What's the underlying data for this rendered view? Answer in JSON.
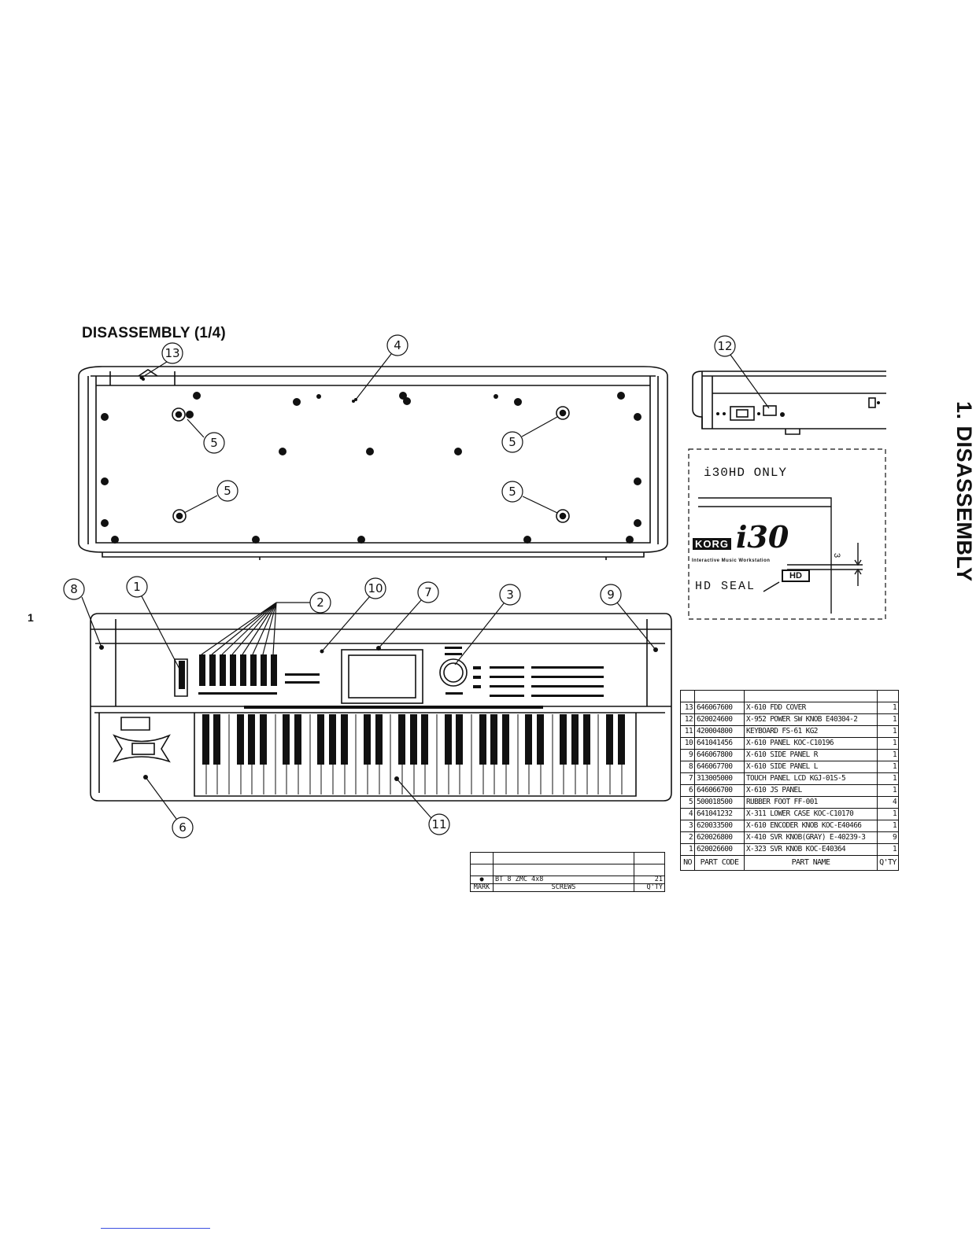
{
  "page_title": "DISASSEMBLY (1/4)",
  "side_title": "1. DISASSEMBLY",
  "callouts": {
    "c1": "1",
    "c2": "2",
    "c3": "3",
    "c4": "4",
    "c5": "5",
    "c6": "6",
    "c7": "7",
    "c8": "8",
    "c9": "9",
    "c10": "10",
    "c11": "11",
    "c12": "12",
    "c13": "13"
  },
  "hd_box": {
    "heading": "i30HD ONLY",
    "brand": "KORG",
    "model": "i30",
    "subtitle": "Interactive Music Workstation",
    "seal_label": "HD",
    "seal_caption": "HD SEAL",
    "dimension": "3"
  },
  "parts_table": {
    "header": {
      "no": "NO",
      "code": "PART CODE",
      "name": "PART NAME",
      "qty": "Q'TY"
    },
    "rows": [
      {
        "no": "13",
        "code": "646067600",
        "name": "X-610 FDD COVER",
        "qty": "1"
      },
      {
        "no": "12",
        "code": "620024600",
        "name": "X-952 POWER SW KNOB    E40304-2",
        "qty": "1"
      },
      {
        "no": "11",
        "code": "420004800",
        "name": "KEYBOARD FS-61 KG2",
        "qty": "1"
      },
      {
        "no": "10",
        "code": "641041456",
        "name": "X-610 PANEL KOC-C10196",
        "qty": "1"
      },
      {
        "no": "9",
        "code": "646067800",
        "name": "X-610 SIDE PANEL R",
        "qty": "1"
      },
      {
        "no": "8",
        "code": "646067700",
        "name": "X-610 SIDE PANEL L",
        "qty": "1"
      },
      {
        "no": "7",
        "code": "313005000",
        "name": "TOUCH PANEL LCD KGJ-01S-5",
        "qty": "1"
      },
      {
        "no": "6",
        "code": "646066700",
        "name": "X-610 JS PANEL",
        "qty": "1"
      },
      {
        "no": "5",
        "code": "500018500",
        "name": "RUBBER FOOT FF-001",
        "qty": "4"
      },
      {
        "no": "4",
        "code": "641041232",
        "name": "X-311 LOWER CASE    KOC-C10170",
        "qty": "1"
      },
      {
        "no": "3",
        "code": "620033500",
        "name": "X-610 ENCODER KNOB KOC-E40466",
        "qty": "1"
      },
      {
        "no": "2",
        "code": "620026800",
        "name": "X-410 SVR KNOB(GRAY) E-40239-3",
        "qty": "9"
      },
      {
        "no": "1",
        "code": "620026600",
        "name": "X-323 SVR KNOB  KOC-E40364",
        "qty": "1"
      }
    ]
  },
  "screws_table": {
    "row": {
      "mark": "●",
      "desc": "BT 8   ZMC 4x8",
      "qty": "21"
    },
    "header": {
      "mark": "MARK",
      "desc": "SCREWS",
      "qty": "Q'TY"
    }
  },
  "margin_mark": "1"
}
